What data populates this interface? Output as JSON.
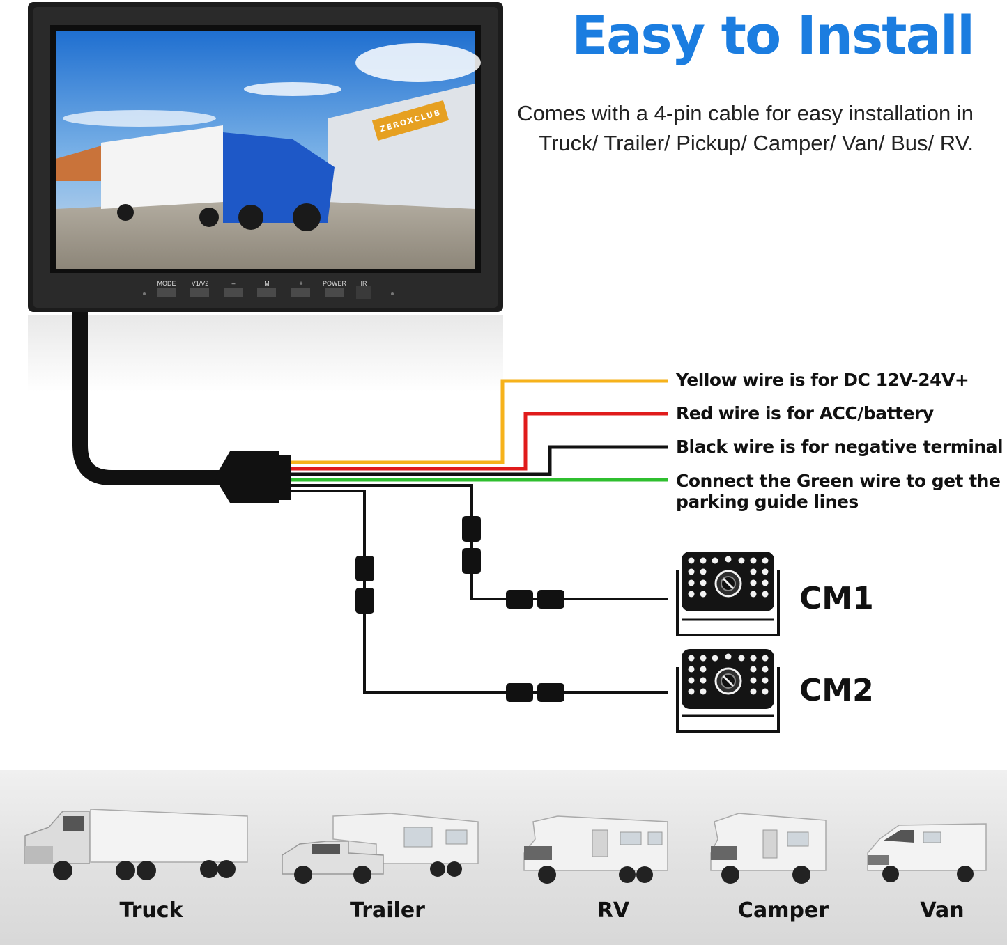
{
  "header": {
    "title": "Easy to Install",
    "subtitle_line1": "Comes with a 4-pin cable for easy installation in",
    "subtitle_line2": "Truck/ Trailer/ Pickup/ Camper/ Van/ Bus/ RV."
  },
  "monitor": {
    "buttons": [
      "MODE",
      "V1/V2",
      "–",
      "M",
      "+",
      "POWER",
      "IR"
    ],
    "screen_brand": "ZEROXCLUB"
  },
  "wires": [
    {
      "label": "Yellow wire is for DC 12V-24V+",
      "color": "#f6b21b"
    },
    {
      "label": "Red wire is for ACC/battery",
      "color": "#e01b1b"
    },
    {
      "label": "Black wire is for negative terminal",
      "color": "#111111"
    },
    {
      "label_line1": "Connect the Green wire to get the",
      "label_line2": "parking guide lines",
      "color": "#2fbf2f"
    }
  ],
  "cameras": [
    {
      "label": "CM1",
      "icon": "camera-icon"
    },
    {
      "label": "CM2",
      "icon": "camera-icon"
    }
  ],
  "vehicles": [
    {
      "label": "Truck",
      "icon": "truck-icon"
    },
    {
      "label": "Trailer",
      "icon": "trailer-icon"
    },
    {
      "label": "RV",
      "icon": "rv-icon"
    },
    {
      "label": "Camper",
      "icon": "camper-icon"
    },
    {
      "label": "Van",
      "icon": "van-icon"
    }
  ],
  "colors": {
    "title": "#1b7de0",
    "cable": "#111111",
    "band": "#e4e4e4"
  }
}
